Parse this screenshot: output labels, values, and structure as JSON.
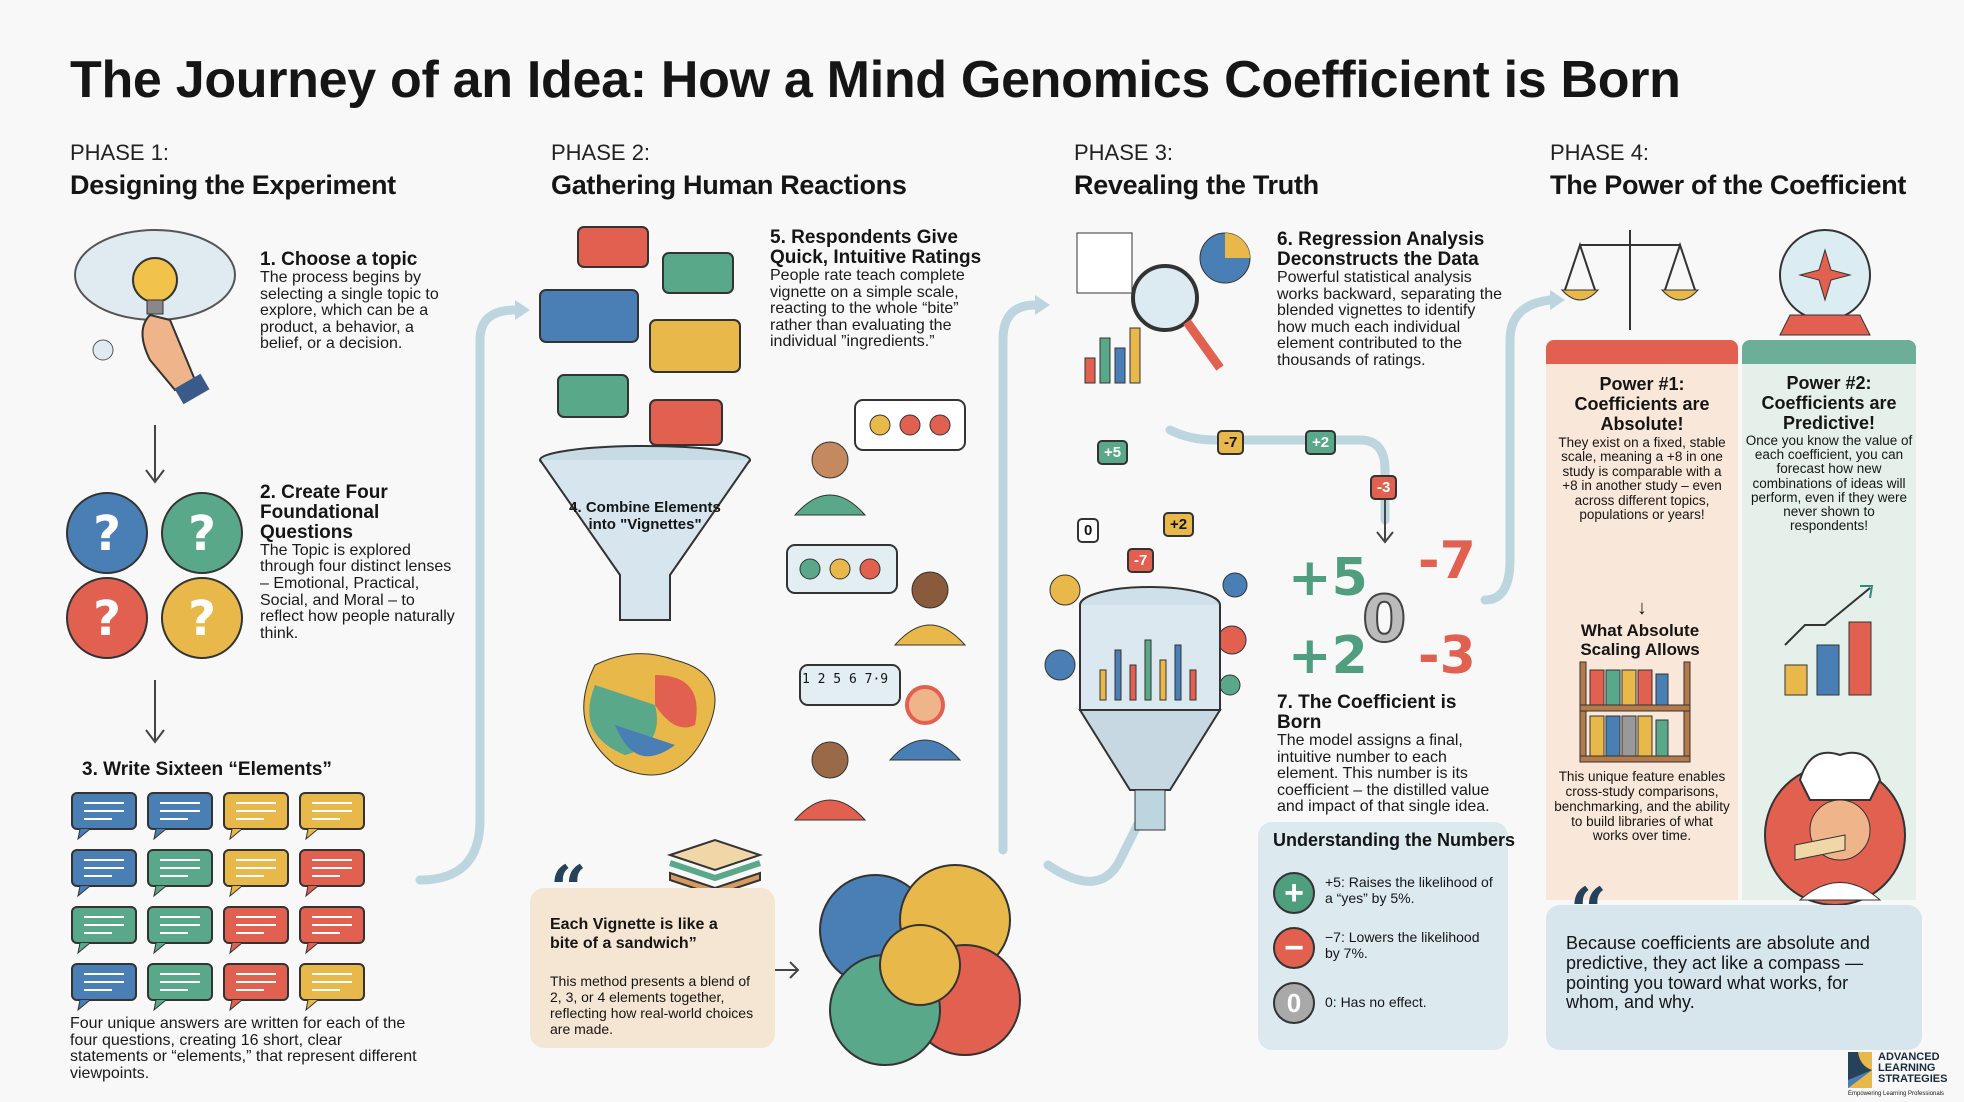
{
  "title": "The Journey of an Idea: How a Mind Genomics Coefficient is Born",
  "phases": [
    {
      "label": "PHASE 1:",
      "title": "Designing the Experiment"
    },
    {
      "label": "PHASE 2:",
      "title": "Gathering Human Reactions"
    },
    {
      "label": "PHASE 3:",
      "title": "Revealing the Truth"
    },
    {
      "label": "PHASE 4:",
      "title": "The Power of the Coefficient"
    }
  ],
  "steps": {
    "s1": {
      "title": "1. Choose a topic",
      "body": "The process begins by selecting a single topic to explore, which can be a  product, a behavior, a belief, or a decision."
    },
    "s2": {
      "title": "2. Create Four Foundational Questions",
      "body": "The Topic is explored through four distinct lenses – Emotional, Practical, Social, and Moral – to reflect how people naturally think."
    },
    "s3": {
      "title": "3. Write Sixteen “Elements”",
      "body": "Four unique answers are written for each of the four questions, creating 16 short, clear statements or “elements,” that represent different viewpoints."
    },
    "s4": {
      "title": "4. Combine Elements into \"Vignettes\""
    },
    "s5": {
      "title": "5. Respondents Give Quick, Intuitive Ratings",
      "body": "People rate teach complete vignette on a simple scale, reacting to the whole “bite” rather than evaluating the individual ”ingredients.”"
    },
    "s6": {
      "title": "6. Regression Analysis Deconstructs the Data",
      "body": "Powerful statistical analysis works backward, separating the blended vignettes to identify how much each individual element contributed to the thousands of ratings."
    },
    "s7": {
      "title": "7. The Coefficient is Born",
      "body": "The model assigns a final, intuitive number to each element. This number is its coefficient – the distilled value and impact of that single idea."
    }
  },
  "rating_scale": "1 2 5 6 7·9",
  "sandwich_quote": {
    "mark": "“",
    "title": "Each Vignette is like a bite of a sandwich”",
    "body": "This method presents a blend of 2, 3, or 4 elements together, reflecting how real-world choices are made."
  },
  "chips": [
    "+5",
    "0",
    "-7",
    "+2",
    "-7",
    "+2",
    "-3"
  ],
  "coefficients": [
    "+5",
    "0",
    "-7",
    "+2",
    "-3"
  ],
  "numbers_box": {
    "title": "Understanding the Numbers",
    "items": [
      {
        "icon": "plus-icon",
        "symbol": "+",
        "text": "+5: Raises the likelihood of a “yes” by 5%.",
        "color": "#4f9e7e"
      },
      {
        "icon": "minus-icon",
        "symbol": "−",
        "text": "−7: Lowers the likelihood by 7%.",
        "color": "#e2604f"
      },
      {
        "icon": "zero-icon",
        "symbol": "0",
        "text": "0: Has no effect.",
        "color": "#a9a9a9"
      }
    ]
  },
  "power1": {
    "title": "Power #1: Coefficients are Absolute!",
    "body": "They exist on a fixed, stable scale, meaning a +8 in one study is comparable with a +8 in another study – even across different topics, populations or years!",
    "arrow": "↓",
    "subtitle": "What Absolute Scaling Allows",
    "body2": "This unique feature enables cross-study comparisons, benchmarking, and the ability to build libraries of what works over time."
  },
  "power2": {
    "title": "Power #2: Coefficients are Predictive!",
    "body": "Once you know the value of each coefficient, you can forecast how new combinations of ideas will perform, even if they were never shown to respondents!"
  },
  "bottom_quote": {
    "mark": "“",
    "text": "Because coefficients are absolute and predictive, they act like a compass — pointing you toward what works, for whom, and why."
  },
  "logo": {
    "line1": "ADVANCED",
    "line2": "LEARNING",
    "line3": "STRATEGIES",
    "tagline": "Empowering Learning Professionals"
  },
  "colors": {
    "blue": "#4a7fb5",
    "green": "#5aa88a",
    "yellow": "#e8b84a",
    "red": "#e2604f",
    "flow": "#bcd5df"
  },
  "element_grid_colors": [
    [
      "blue",
      "blue",
      "yellow",
      "yellow"
    ],
    [
      "blue",
      "green",
      "yellow",
      "red"
    ],
    [
      "green",
      "green",
      "red",
      "red"
    ],
    [
      "blue",
      "green",
      "red",
      "yellow"
    ]
  ]
}
